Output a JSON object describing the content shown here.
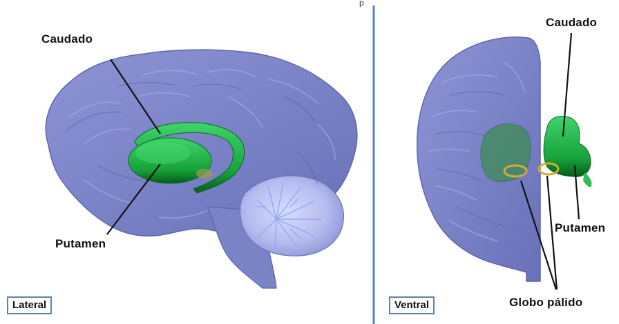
{
  "page": {
    "number": "p"
  },
  "lateral": {
    "view_label": "Lateral",
    "labels": {
      "caudado": "Caudado",
      "putamen": "Putamen"
    }
  },
  "ventral": {
    "view_label": "Ventral",
    "labels": {
      "caudado": "Caudado",
      "putamen": "Putamen",
      "globo_palido": "Globo pálido"
    }
  },
  "colors": {
    "brain": "#7f86c8",
    "brain_dark": "#626bb3",
    "striatum_green": "#1cae43",
    "striatum_dark": "#0a5a1c",
    "globus_yellow": "#d4ac34",
    "divider": "#5b82b7",
    "cerebellum_light": "#c0c7f0"
  },
  "icons": {
    "lateral_brain": "sagittal-brain-icon",
    "ventral_brain": "coronal-hemisphere-icon"
  }
}
